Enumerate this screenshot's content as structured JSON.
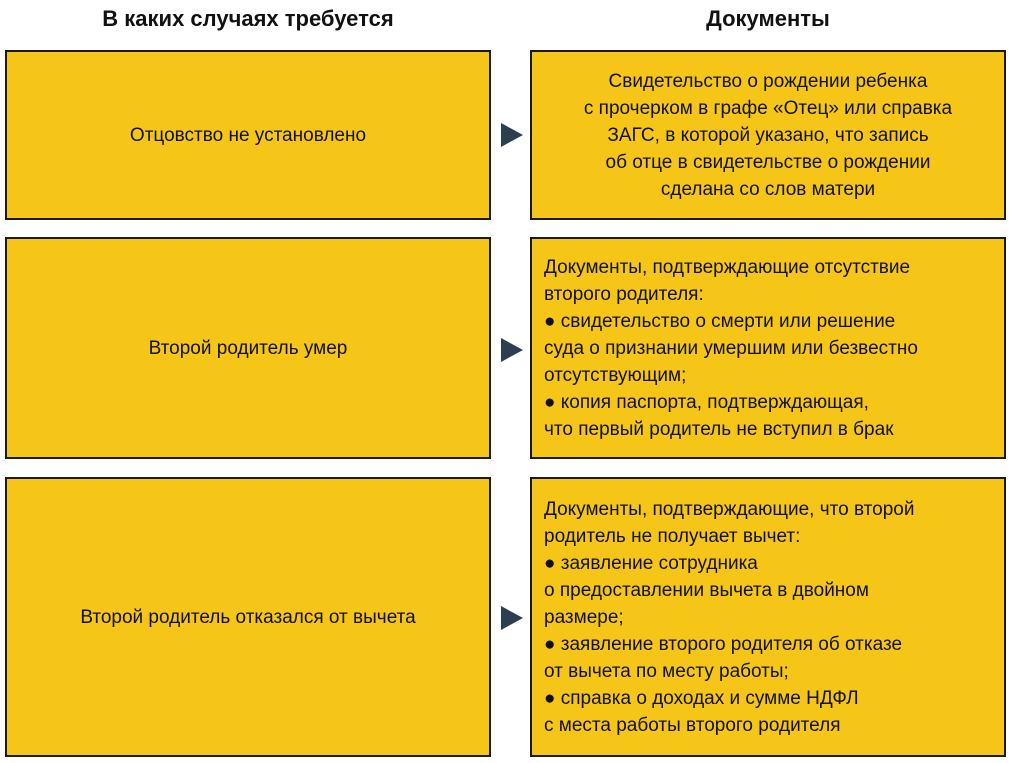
{
  "headers": {
    "cases": "В каких случаях требуется",
    "documents": "Документы"
  },
  "rows": [
    {
      "case": "Отцовство не установлено",
      "doc_lines": [
        "Свидетельство о рождении ребенка",
        "с прочерком в графе «Отец» или справка",
        "ЗАГС, в которой указано, что запись",
        "об отце в свидетельстве о рождении",
        "сделана со слов матери"
      ]
    },
    {
      "case": "Второй родитель умер",
      "doc_lines": [
        "Документы, подтверждающие отсутствие",
        "второго родителя:",
        "● свидетельство о смерти или решение",
        "суда о признании умершим или безвестно",
        "отсутствующим;",
        "● копия паспорта, подтверждающая,",
        "что первый родитель не вступил в брак"
      ]
    },
    {
      "case": "Второй родитель отказался от вычета",
      "doc_lines": [
        "Документы, подтверждающие, что второй",
        "родитель не получает вычет:",
        "● заявление сотрудника",
        "о предоставлении вычета в двойном",
        "размере;",
        "● заявление второго родителя об отказе",
        "от вычета по месту работы;",
        "● справка о доходах и сумме НДФЛ",
        "с места работы второго родителя"
      ]
    }
  ],
  "colors": {
    "box_fill": "#f5c518",
    "box_border": "#1a1a1a",
    "arrow": "#2c3e50"
  }
}
